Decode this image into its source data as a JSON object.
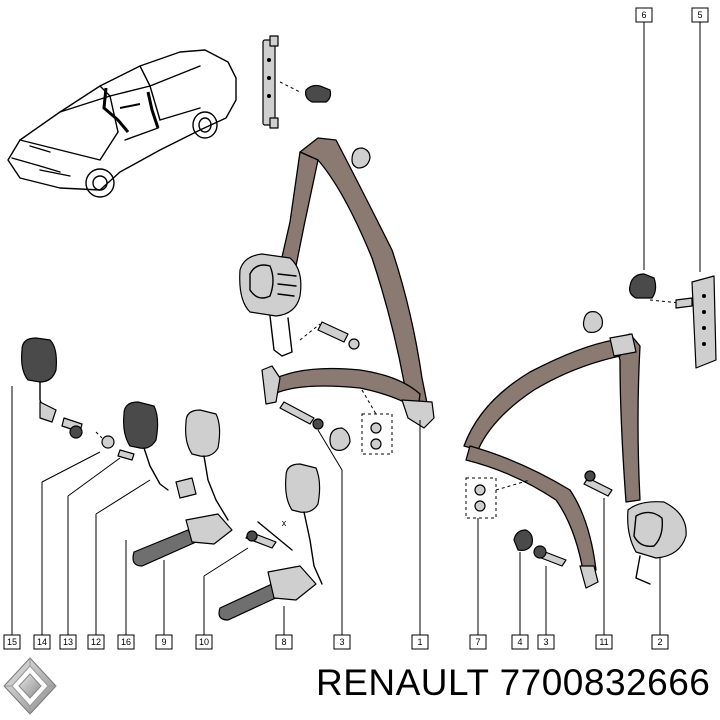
{
  "footer": {
    "brand": "RENAULT",
    "part_number": "7700832666"
  },
  "callouts": {
    "c15": "15",
    "c14": "14",
    "c13": "13",
    "c12": "12",
    "c16": "16",
    "c9": "9",
    "c10": "10",
    "c8": "8",
    "c3a": "3",
    "c1": "1",
    "c7": "7",
    "c4": "4",
    "c3b": "3",
    "c11": "11",
    "c2": "2",
    "c6": "6",
    "c5": "5"
  },
  "annotations": {
    "cross_mark": "x"
  },
  "colors": {
    "belt": "#8a7a72",
    "line": "#000000",
    "background": "#ffffff"
  }
}
